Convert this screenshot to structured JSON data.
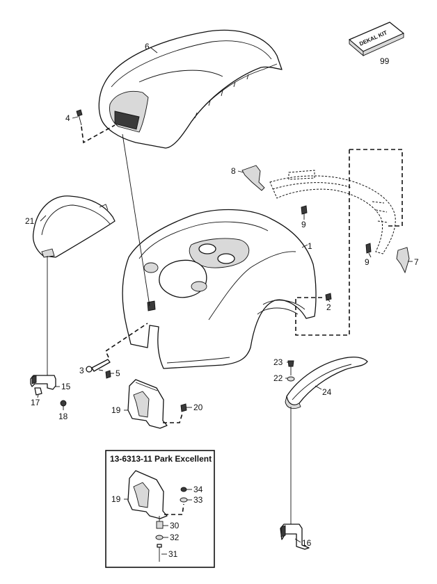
{
  "inset_box": {
    "title": "13-6313-11 Park Excellent"
  },
  "decal_kit": {
    "label": "DEKAL KIT",
    "number": "99"
  },
  "callouts": [
    {
      "id": "c1",
      "label": "1"
    },
    {
      "id": "c2",
      "label": "2"
    },
    {
      "id": "c3",
      "label": "3"
    },
    {
      "id": "c4",
      "label": "4"
    },
    {
      "id": "c5",
      "label": "5"
    },
    {
      "id": "c6",
      "label": "6"
    },
    {
      "id": "c7",
      "label": "7"
    },
    {
      "id": "c8",
      "label": "8"
    },
    {
      "id": "c9a",
      "label": "9"
    },
    {
      "id": "c9b",
      "label": "9"
    },
    {
      "id": "c15",
      "label": "15"
    },
    {
      "id": "c16",
      "label": "16"
    },
    {
      "id": "c17",
      "label": "17"
    },
    {
      "id": "c18",
      "label": "18"
    },
    {
      "id": "c19a",
      "label": "19"
    },
    {
      "id": "c19b",
      "label": "19"
    },
    {
      "id": "c20",
      "label": "20"
    },
    {
      "id": "c21",
      "label": "21"
    },
    {
      "id": "c22",
      "label": "22"
    },
    {
      "id": "c23",
      "label": "23"
    },
    {
      "id": "c24",
      "label": "24"
    },
    {
      "id": "c30",
      "label": "30"
    },
    {
      "id": "c31",
      "label": "31"
    },
    {
      "id": "c32",
      "label": "32"
    },
    {
      "id": "c33",
      "label": "33"
    },
    {
      "id": "c34",
      "label": "34"
    }
  ]
}
